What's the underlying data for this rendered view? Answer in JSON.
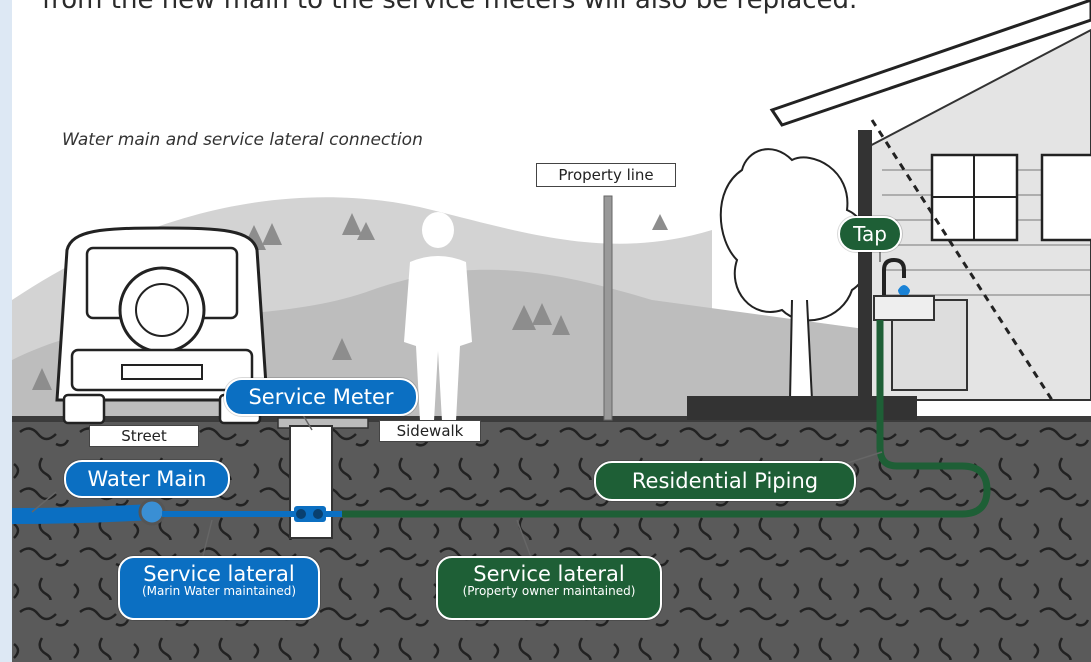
{
  "intro_text": "from the new main to the service meters will also be replaced.",
  "caption": "Water main and service lateral connection",
  "labels": {
    "property_line": "Property line",
    "street": "Street",
    "sidewalk": "Sidewalk",
    "tap": "Tap",
    "service_meter": "Service Meter",
    "water_main": "Water Main",
    "residential_piping": "Residential Piping",
    "service_lateral_public": {
      "title": "Service lateral",
      "subtitle": "(Marin Water maintained)"
    },
    "service_lateral_private": {
      "title": "Service lateral",
      "subtitle": "(Property owner maintained)"
    }
  },
  "colors": {
    "public_blue": "#0b6fc2",
    "private_green": "#1e5f36",
    "ground": "#5a5a5a",
    "sky_hill": "#c9c9c9"
  }
}
